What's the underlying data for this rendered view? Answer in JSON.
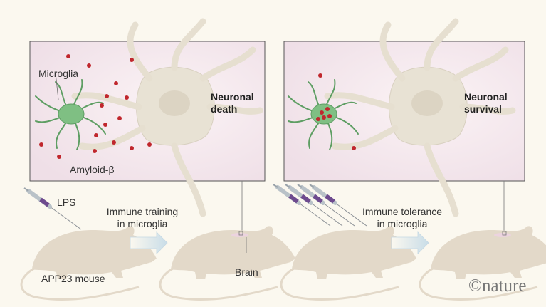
{
  "left_panel": {
    "microglia_label": "Microglia",
    "amyloid_label": "Amyloid-β",
    "outcome_line1": "Neuronal",
    "outcome_line2": "death"
  },
  "right_panel": {
    "outcome_line1": "Neuronal",
    "outcome_line2": "survival"
  },
  "left_flow": {
    "injection_label": "LPS",
    "process_line1": "Immune training",
    "process_line2": "in microglia",
    "mouse_label": "APP23 mouse",
    "brain_label": "Brain"
  },
  "right_flow": {
    "process_line1": "Immune tolerance",
    "process_line2": "in microglia"
  },
  "credit": "©nature",
  "colors": {
    "background": "#fbf8ef",
    "panel": "#f4e8ee",
    "microglia": "#5e9e63",
    "amyloid": "#c0272d",
    "mouse": "#e2d8c8",
    "syringe": "#6d4a8e",
    "arrow": "#cfe0ea"
  }
}
